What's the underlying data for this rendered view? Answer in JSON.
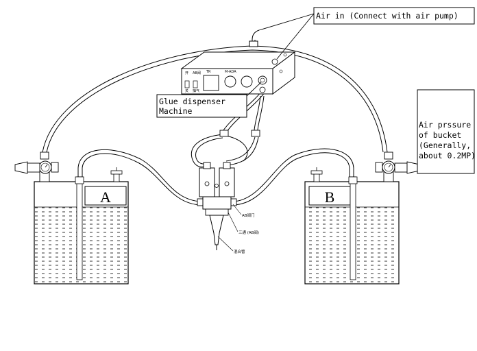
{
  "callouts": {
    "air_in": "Air in (Connect with air pump)",
    "machine_line1": "Glue dispenser",
    "machine_line2": "Machine",
    "pressure_line1": "Air prssure",
    "pressure_line2": "of bucket",
    "pressure_line3": "(Generally,",
    "pressure_line4": "about 0.2MP)"
  },
  "tanks": {
    "left_label": "A",
    "right_label": "B"
  },
  "valve_annotations": {
    "ab_valve": "AB阀门",
    "three_way": "三通 (AB阀)",
    "mixer": "混合管"
  },
  "panel": {
    "label_1": "开",
    "label_2": "AB阀",
    "label_3": "关",
    "label_4": "抽气",
    "label_5": "TR",
    "label_6": "M-ADA"
  }
}
